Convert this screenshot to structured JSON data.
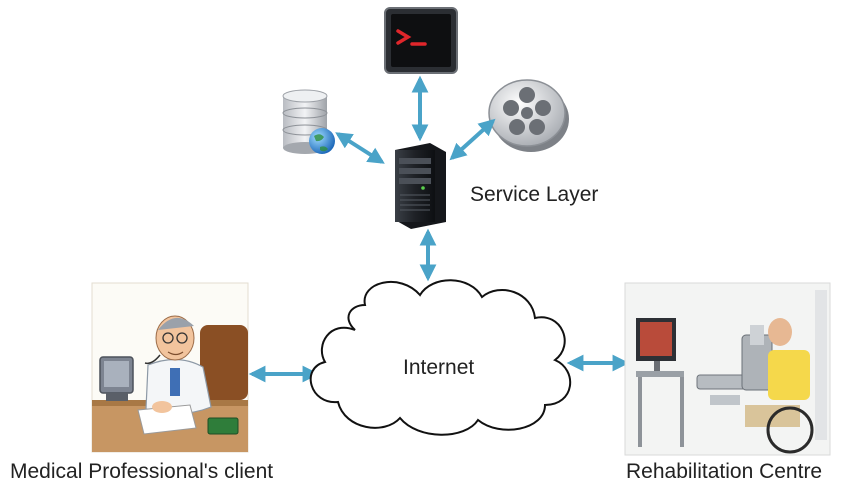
{
  "labels": {
    "service_layer": "Service Layer",
    "internet": "Internet",
    "medical_client": "Medical Professional's client",
    "rehab_centre": "Rehabilitation Centre"
  },
  "icons": {
    "terminal": "terminal-icon",
    "database": "database-globe-icon",
    "film": "film-reel-icon",
    "server": "server-tower-icon",
    "cloud": "cloud-icon",
    "doctor": "doctor-illustration",
    "rehab": "rehab-robot-photo"
  },
  "colors": {
    "arrow": "#4aa3c8",
    "cloud_stroke": "#111111",
    "server_body": "#1e2126",
    "terminal_prompt": "#e0262b"
  }
}
